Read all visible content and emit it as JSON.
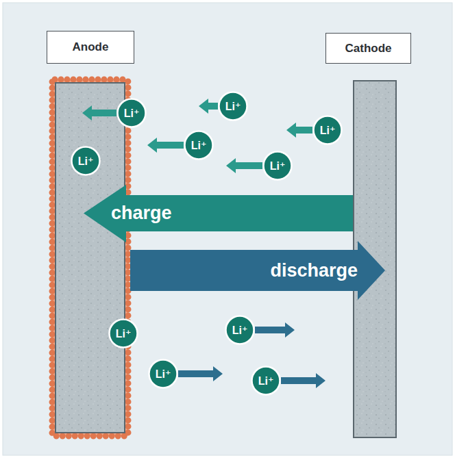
{
  "diagram": {
    "nodes": [
      {
        "text": [
          "Anode"
        ]
      },
      {
        "text": [
          "Cathode"
        ]
      },
      {
        "text": [
          "Li⁺"
        ]
      },
      {
        "text": [
          "Li⁺"
        ]
      },
      {
        "text": [
          "Li⁺"
        ]
      },
      {
        "text": [
          "Li⁺"
        ]
      },
      {
        "text": [
          "Li⁺"
        ]
      },
      {
        "text": [
          "Li⁺"
        ]
      },
      {
        "text": [
          "charge"
        ]
      },
      {
        "text": [
          "discharge"
        ]
      },
      {
        "text": [
          "Li⁺"
        ]
      },
      {
        "text": [
          "Li⁺"
        ]
      },
      {
        "text": [
          "Li⁺"
        ]
      },
      {
        "text": [
          "Li⁺"
        ]
      }
    ]
  }
}
